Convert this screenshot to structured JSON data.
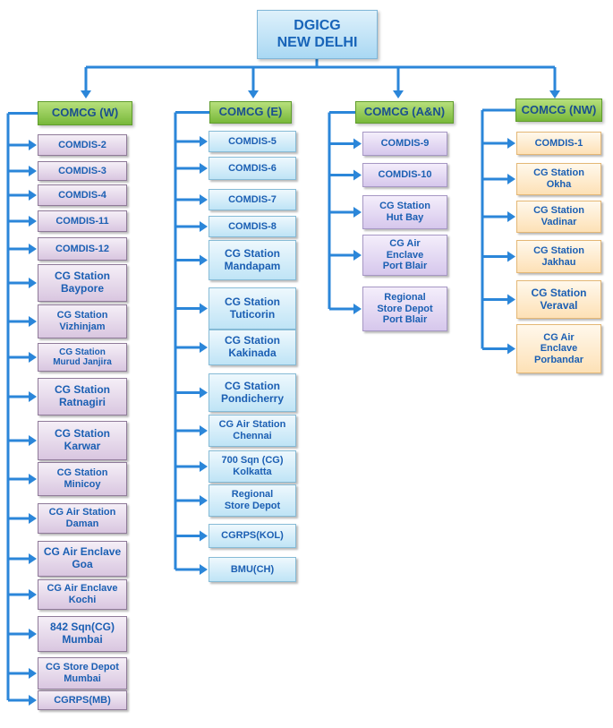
{
  "root": {
    "line1": "DGICG",
    "line2": "NEW DELHI"
  },
  "commands": [
    {
      "title": "COMCG (W)",
      "units": [
        "COMDIS-2",
        "COMDIS-3",
        "COMDIS-4",
        "COMDIS-11",
        "COMDIS-12",
        "CG Station\nBaypore",
        "CG Station\nVizhinjam",
        "CG Station\nMurud Janjira",
        "CG Station\nRatnagiri",
        "CG Station\nKarwar",
        "CG Station\nMinicoy",
        "CG Air Station\nDaman",
        "CG Air Enclave\nGoa",
        "CG Air Enclave\nKochi",
        "842 Sqn(CG)\nMumbai",
        "CG Store Depot\nMumbai",
        "CGRPS(MB)"
      ]
    },
    {
      "title": "COMCG (E)",
      "units": [
        "COMDIS-5",
        "COMDIS-6",
        "COMDIS-7",
        "COMDIS-8",
        "CG Station\nMandapam",
        "CG Station\nTuticorin",
        "CG Station\nKakinada",
        "CG Station\nPondicherry",
        "CG Air Station\nChennai",
        "700 Sqn (CG)\nKolkatta",
        "Regional\nStore Depot",
        "CGRPS(KOL)",
        "BMU(CH)"
      ]
    },
    {
      "title": "COMCG (A&N)",
      "units": [
        "COMDIS-9",
        "COMDIS-10",
        "CG Station\nHut Bay",
        "CG Air\nEnclave\nPort Blair",
        "Regional\nStore Depot\nPort Blair"
      ]
    },
    {
      "title": "COMCG (NW)",
      "units": [
        "COMDIS-1",
        "CG Station\nOkha",
        "CG Station\nVadinar",
        "CG Station\nJakhau",
        "CG Station\nVeraval",
        "CG Air\nEnclave\nPorbandar"
      ]
    }
  ],
  "colors": {
    "connector": "#2b86d9",
    "root_text": "#1763b8",
    "head_fill": "#8cc63f",
    "unit_text": "#1b5fb3"
  }
}
